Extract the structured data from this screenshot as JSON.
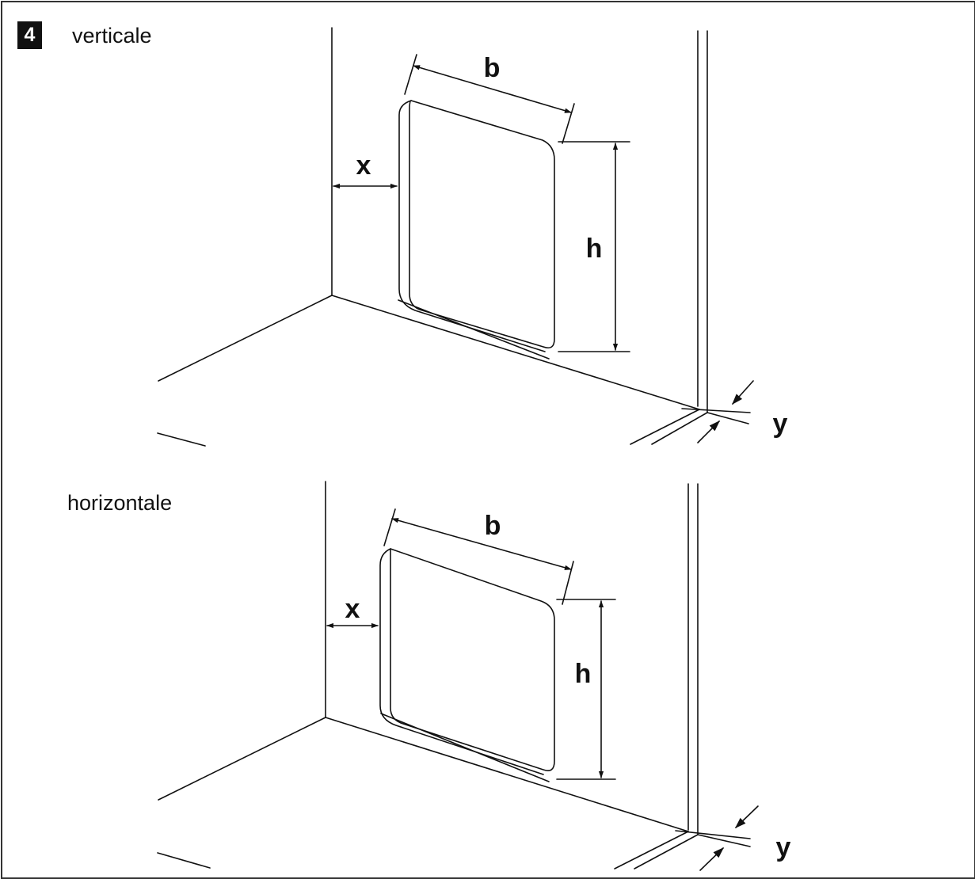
{
  "figure": {
    "number": "4",
    "views": [
      {
        "title": "verticale",
        "labels": {
          "width": "b",
          "height": "h",
          "side_gap": "x",
          "floor_gap": "y"
        }
      },
      {
        "title": "horizontale",
        "labels": {
          "width": "b",
          "height": "h",
          "side_gap": "x",
          "floor_gap": "y"
        }
      }
    ]
  },
  "colors": {
    "line": "#111111",
    "background": "#ffffff"
  }
}
